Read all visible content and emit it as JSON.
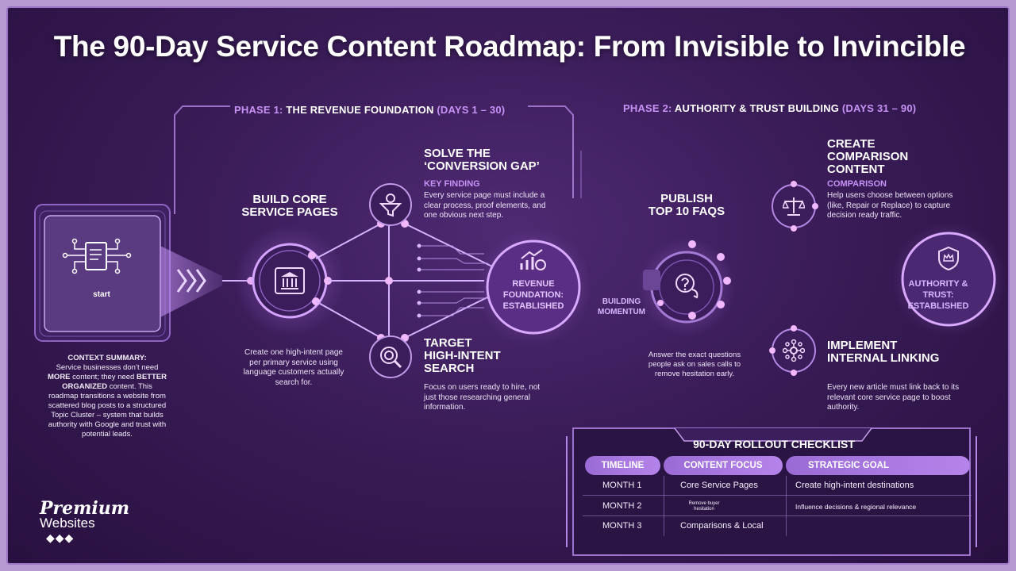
{
  "title": "The 90-Day Service Content Roadmap: From Invisible to Invincible",
  "phase1": {
    "prefix": "PHASE 1:",
    "name": "THE REVENUE FOUNDATION",
    "days": "(DAYS 1 – 30)"
  },
  "phase2": {
    "prefix": "PHASE 2:",
    "name": "AUTHORITY & TRUST BUILDING",
    "days": "(DAYS 31 – 90)"
  },
  "start": {
    "label": "start"
  },
  "context": {
    "heading": "CONTEXT SUMMARY:",
    "t1": "Service businesses don’t need",
    "b1": "MORE",
    "t2": "content; they need",
    "b2": "BETTER ORGANIZED",
    "t3": "content. This roadmap transitions a website from scattered blog posts to a structured Topic Cluster – system that builds authority with Google and trust with potential leads."
  },
  "build_core": {
    "heading_1": "BUILD CORE",
    "heading_2": "SERVICE PAGES",
    "body": "Create one high-intent page per primary service using language customers actually search for."
  },
  "conversion_gap": {
    "heading_1": "SOLVE THE",
    "heading_2": "‘CONVERSION GAP’",
    "sub": "KEY FINDING",
    "body": "Every service page must include a clear process, proof elements, and one obvious next step."
  },
  "target_search": {
    "heading_1": "TARGET",
    "heading_2": "HIGH-INTENT",
    "heading_3": "SEARCH",
    "body": "Focus on users ready to hire, not just those researching general information."
  },
  "revenue_node": {
    "line1": "REVENUE",
    "line2": "FOUNDATION:",
    "line3": "ESTABLISHED"
  },
  "momentum": {
    "line1": "BUILDING",
    "line2": "MOMENTUM"
  },
  "faqs": {
    "heading_1": "PUBLISH",
    "heading_2": "TOP 10 FAQS",
    "body": "Answer the exact questions people ask on sales calls to remove hesitation early."
  },
  "comparison": {
    "heading_1": "CREATE",
    "heading_2": "COMPARISON",
    "heading_3": "CONTENT",
    "sub": "COMPARISON",
    "body": "Help users choose between options (like, Repair or Replace) to capture decision ready traffic."
  },
  "authority_node": {
    "line1": "AUTHORITY &",
    "line2": "TRUST:",
    "line3": "ESTABLISHED"
  },
  "linking": {
    "heading_1": "IMPLEMENT",
    "heading_2": "INTERNAL LINKING",
    "body": "Every new article must link back to its relevant core service page to boost authority."
  },
  "checklist": {
    "title": "90-DAY ROLLOUT CHECKLIST",
    "headers": [
      "TIMELINE",
      "CONTENT FOCUS",
      "STRATEGIC GOAL"
    ],
    "rows": [
      [
        "MONTH 1",
        "Core Service Pages",
        "Create high-intent destinations"
      ],
      [
        "MONTH 2",
        "Remove buyer hesitation",
        "Influence decisions & regional relevance"
      ],
      [
        "MONTH 3",
        "Comparisons & Local",
        ""
      ]
    ]
  },
  "logo": {
    "line1": "Premium",
    "line2": "Websites",
    "mark": "◆◆◆"
  },
  "colors": {
    "accent": "#c792f5",
    "node": "#e9a6ff",
    "bg": "#3a1c58"
  }
}
